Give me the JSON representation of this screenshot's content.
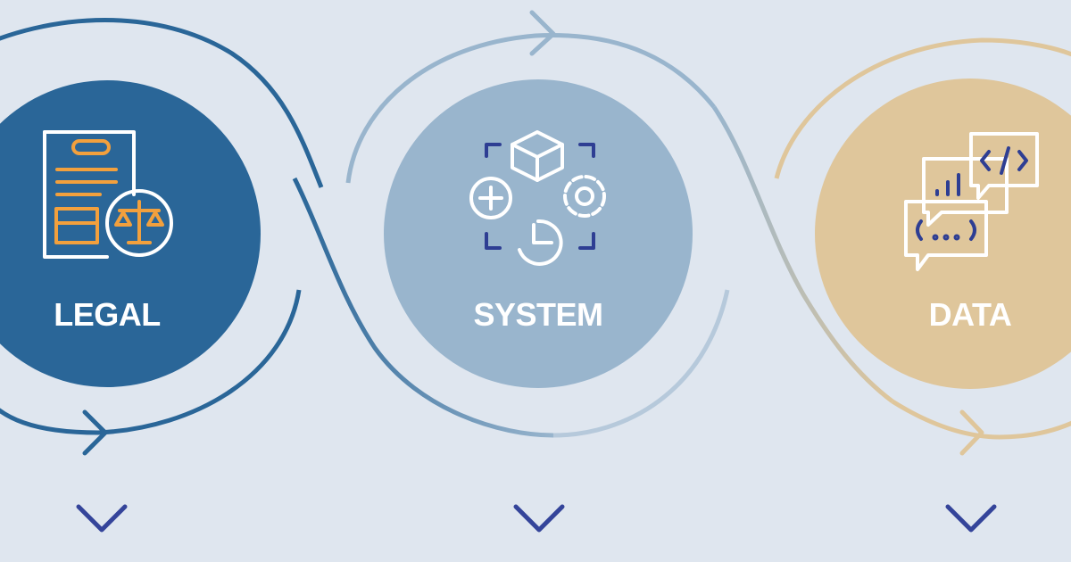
{
  "stages": [
    {
      "label": "LEGAL",
      "color": "#2a6698",
      "icon": "legal-document-scale-icon"
    },
    {
      "label": "SYSTEM",
      "color": "#99b5cd",
      "icon": "system-components-icon"
    },
    {
      "label": "DATA",
      "color": "#dfc69b",
      "icon": "data-chat-code-chart-icon"
    }
  ],
  "colors": {
    "background": "#dfe6ef",
    "flow_dark": "#2a6698",
    "flow_light": "#99b5cd",
    "flow_gold": "#dfc69b",
    "icon_orange": "#f2a03d",
    "icon_navy": "#2e3e93",
    "chevron": "#34449a"
  },
  "chevrons": [
    "chevron-down-icon",
    "chevron-down-icon",
    "chevron-down-icon"
  ]
}
